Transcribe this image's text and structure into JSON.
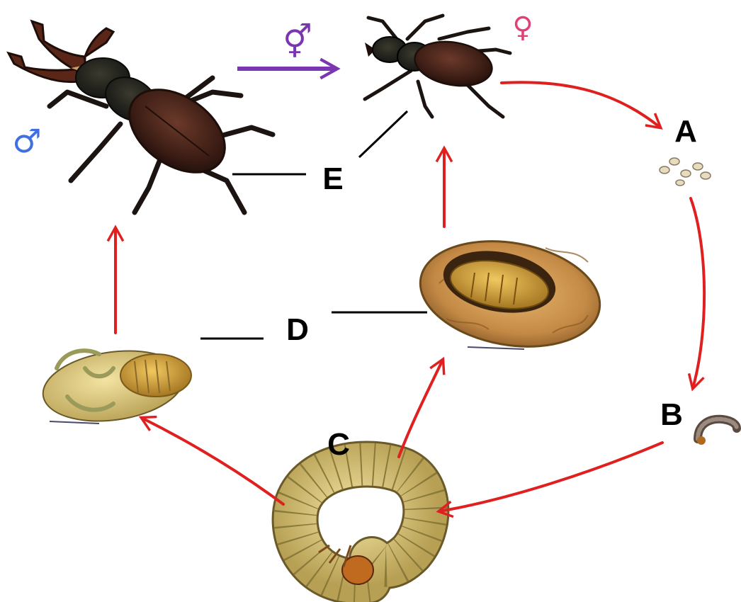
{
  "labels": {
    "A": "A",
    "B": "B",
    "C": "C",
    "D": "D",
    "E": "E"
  },
  "symbols": {
    "male": "♂",
    "female": "♀",
    "mating": "⚥"
  },
  "colors": {
    "male_symbol": "#3f6fe0",
    "female_symbol": "#e0407a",
    "mating_arrow": "#7a35b0",
    "cycle_arrow": "#e02020",
    "leader_line": "#000000"
  },
  "stages": [
    {
      "id": "A",
      "name": "eggs",
      "icon": "eggs-icon"
    },
    {
      "id": "B",
      "name": "young larva",
      "icon": "small-larva-icon"
    },
    {
      "id": "C",
      "name": "larva",
      "icon": "larva-icon"
    },
    {
      "id": "D",
      "name": "pupa",
      "icon": "pupa-icon"
    },
    {
      "id": "E",
      "name": "adult",
      "icon": "beetle-icon"
    }
  ]
}
